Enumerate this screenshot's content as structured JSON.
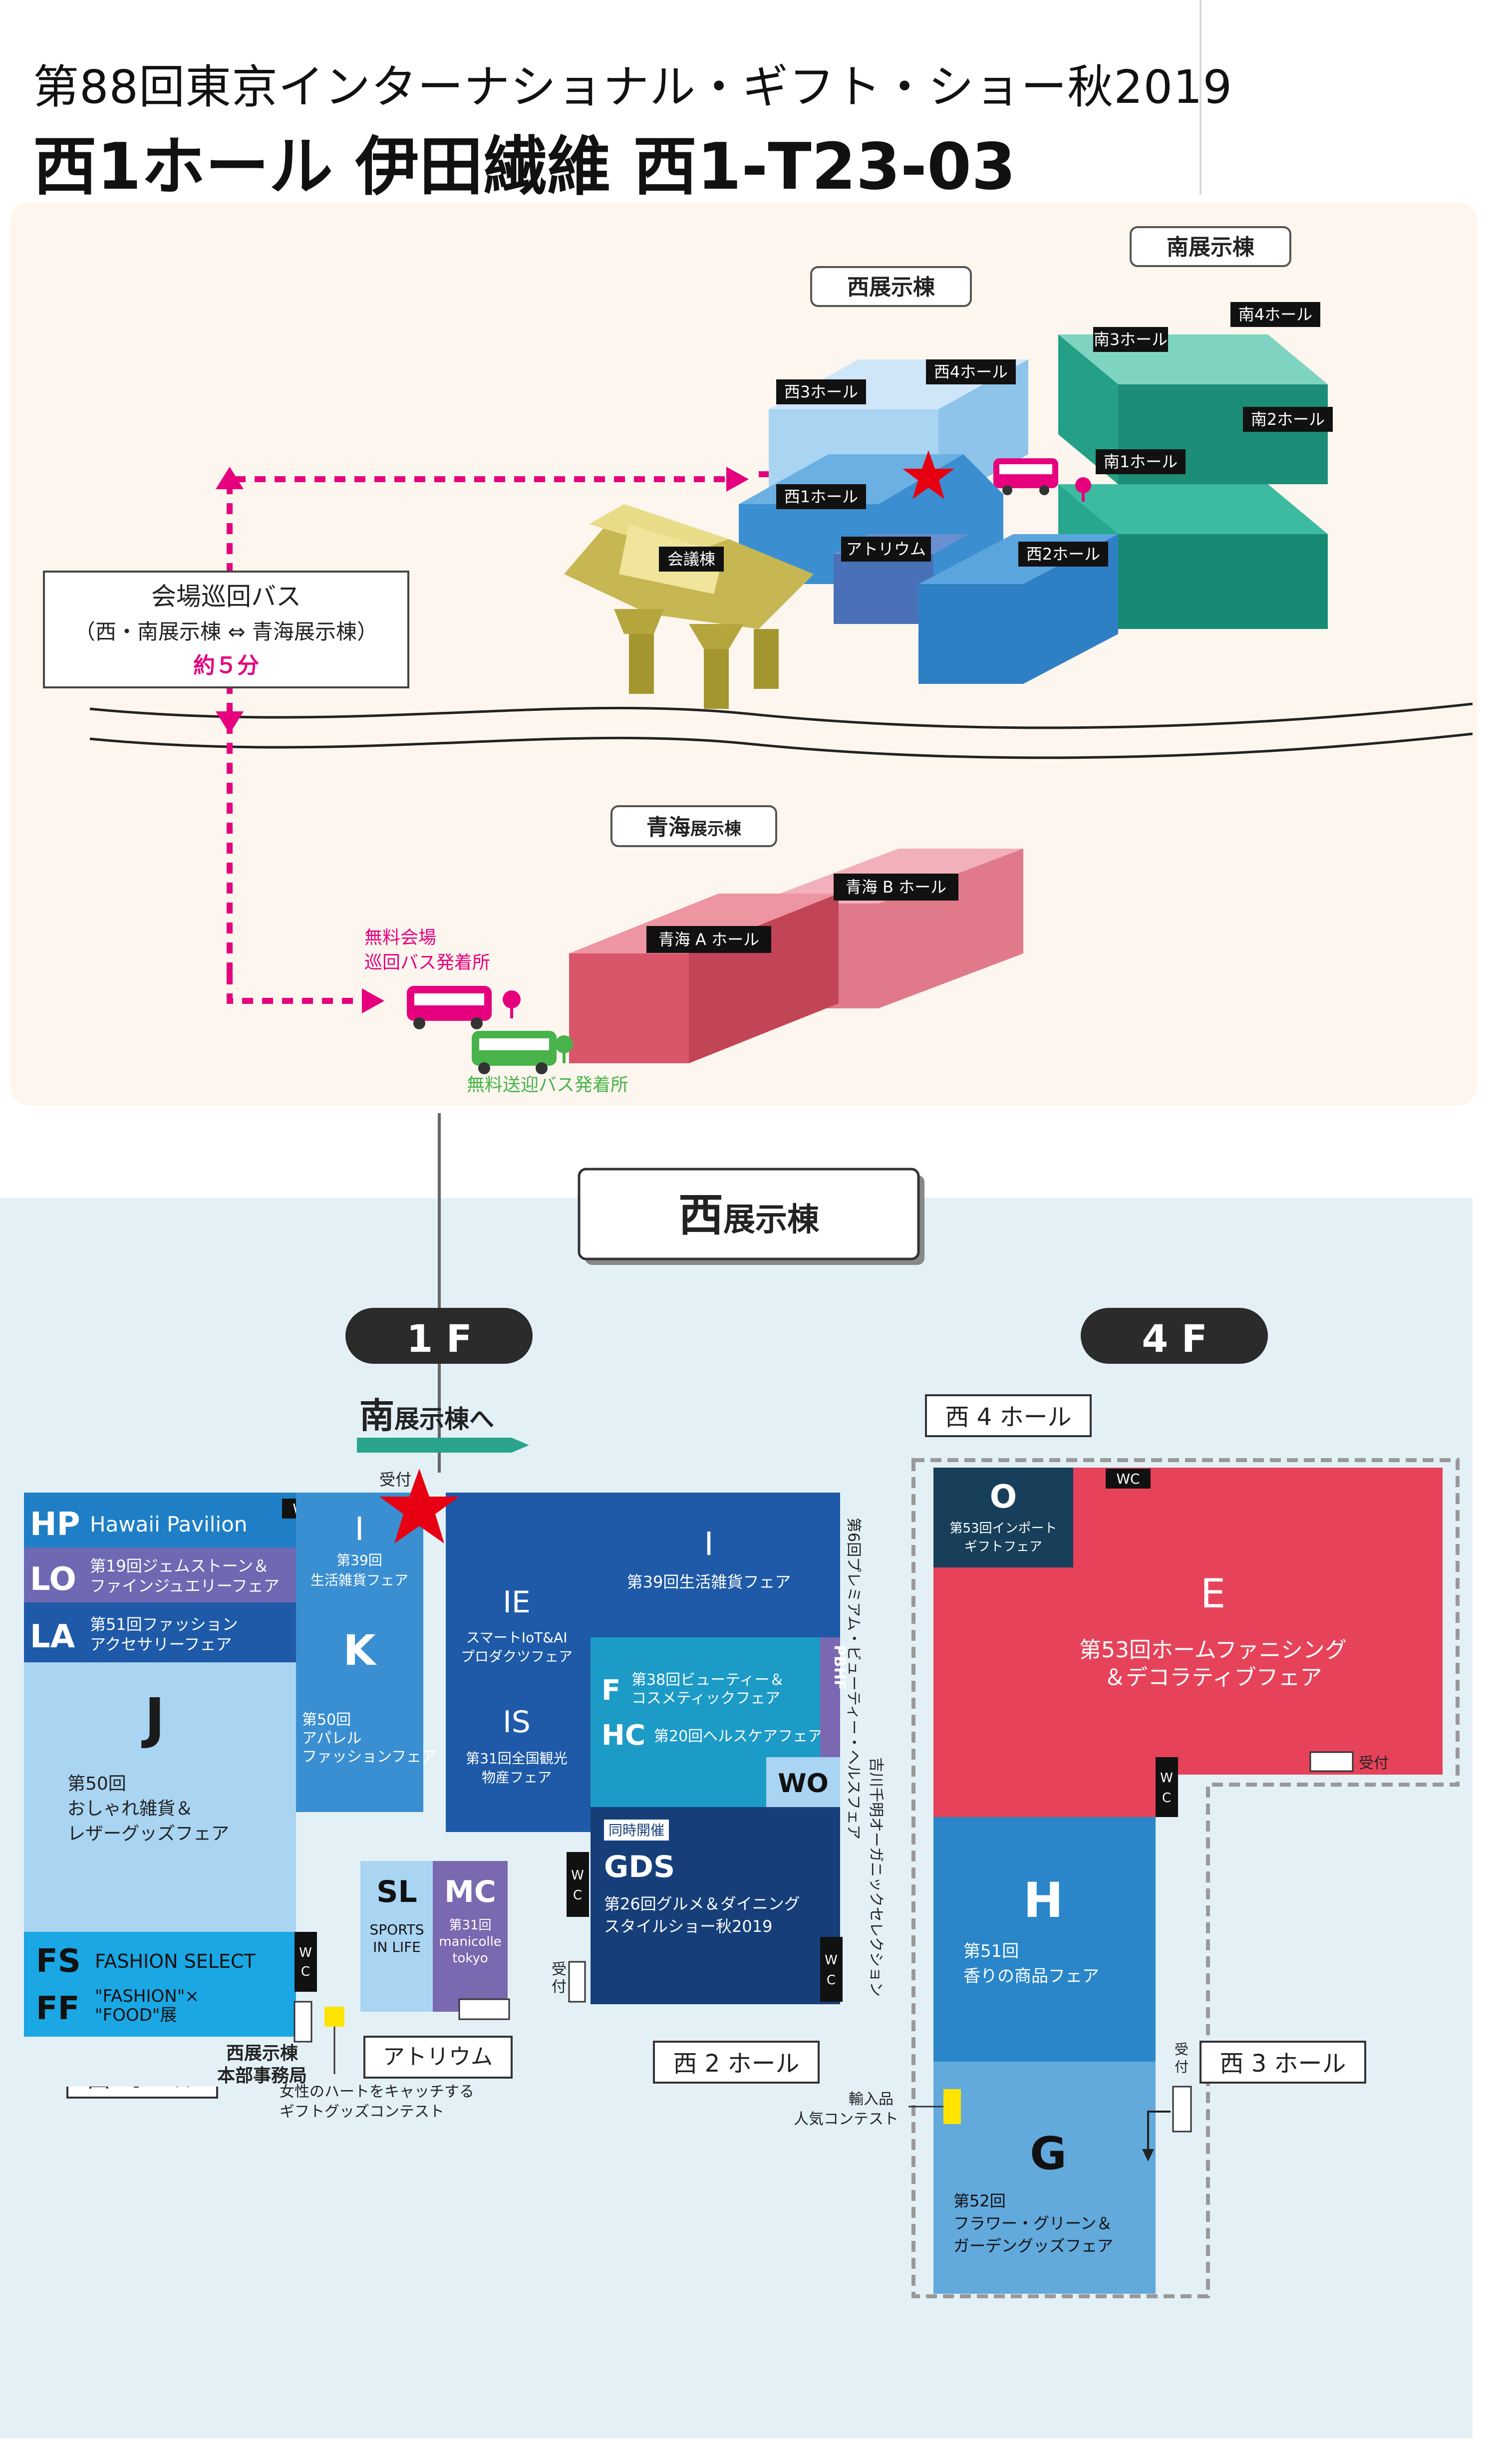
{
  "header": {
    "event_title": "第88回東京インターナショナル・ギフト・ショー秋2019",
    "booth_line": "西1ホール 伊田繊維 西1-T23-03"
  },
  "colors": {
    "bg_top": "#fdf6ee",
    "bg_bottom": "#e3f1f7",
    "bus_route": "#e6007e",
    "shuttle": "#47b34a",
    "star": "#e60012",
    "west_1": "#3b8fd0",
    "west_light": "#a9d4f2",
    "south": "#2aa48c",
    "aomi": "#d9566a"
  },
  "overview_map": {
    "south_building_tag": "南展示棟",
    "west_building_tag": "西展示棟",
    "aomi_tag_big": "青海",
    "aomi_tag_small": "展示棟",
    "halls": {
      "south_3": "南3ホール",
      "south_4": "南4ホール",
      "south_2": "南2ホール",
      "south_1": "南1ホール",
      "west_3": "西3ホール",
      "west_4": "西4ホール",
      "west_1": "西1ホール",
      "west_2": "西2ホール",
      "atrium": "アトリウム",
      "conference": "会議棟",
      "aomi_a": "青海 A ホール",
      "aomi_b": "青海 B ホール"
    },
    "bus_box": {
      "title": "会場巡回バス",
      "route": "（西・南展示棟 ⇔ 青海展示棟）",
      "time": "約５分"
    },
    "free_bus_stop_line1": "無料会場",
    "free_bus_stop_line2": "巡回バス発着所",
    "free_shuttle_stop": "無料送迎バス発着所",
    "current_location_icon": "star-icon"
  },
  "floor_map": {
    "building_big": "西",
    "building_small": "展示棟",
    "floor_1f": "1 F",
    "floor_4f": "4 F",
    "to_south_big": "南",
    "to_south_small": "展示棟へ",
    "reception": "受付",
    "wc": "WC",
    "hall_west1": "西1ホール",
    "hall_west2": "西 2 ホール",
    "hall_west3": "西 3 ホール",
    "hall_west4": "西 4 ホール",
    "atrium": "アトリウム",
    "hq_office_line1": "西展示棟",
    "hq_office_line2": "本部事務局",
    "contest_line1": "女性のハートをキャッチする",
    "contest_line2": "ギフトグッズコンテスト",
    "import_contest_line1": "輸入品",
    "import_contest_line2": "人気コンテスト",
    "pbhf_vertical": "第6回プレミアム・ビューティー・ヘルスフェア",
    "wo_vertical": "吉川千明オーガニックセレクション",
    "zones": {
      "hp_code": "HP",
      "hp_name": "Hawaii Pavilion",
      "i_small_code": "I",
      "i_small_line1": "第39回",
      "i_small_line2": "生活雑貨フェア",
      "lo_code": "LO",
      "lo_line1": "第19回ジェムストーン＆",
      "lo_line2": "ファインジュエリーフェア",
      "la_code": "LA",
      "la_line1": "第51回ファッション",
      "la_line2": "アクセサリーフェア",
      "k_code": "K",
      "k_line1": "第50回",
      "k_line2": "アパレル",
      "k_line3": "ファッションフェア",
      "j_code": "J",
      "j_line1": "第50回",
      "j_line2": "おしゃれ雑貨＆",
      "j_line3": "レザーグッズフェア",
      "fs_code": "FS",
      "fs_name": "FASHION SELECT",
      "ff_code": "FF",
      "ff_name_line1": "\"FASHION\"×",
      "ff_name_line2": "\"FOOD\"展",
      "ie_code": "IE",
      "ie_line1": "スマートIoT&AI",
      "ie_line2": "プロダクツフェア",
      "is_code": "IS",
      "is_line1": "第31回全国観光",
      "is_line2": "物産フェア",
      "i_large_code": "I",
      "i_large_name": "第39回生活雑貨フェア",
      "f_code": "F",
      "f_line1": "第38回ビューティー＆",
      "f_line2": "コスメティックフェア",
      "hc_code": "HC",
      "hc_name": "第20回ヘルスケアフェア",
      "pbhf_code": "PBHF",
      "wo_code": "WO",
      "gds_badge": "同時開催",
      "gds_code": "GDS",
      "gds_line1": "第26回グルメ＆ダイニング",
      "gds_line2": "スタイルショー秋2019",
      "sl_code": "SL",
      "sl_line1": "SPORTS",
      "sl_line2": "IN LIFE",
      "mc_code": "MC",
      "mc_line1": "第31回",
      "mc_line2": "manicolle",
      "mc_line3": "tokyo",
      "o_code": "O",
      "o_line1": "第53回インポート",
      "o_line2": "ギフトフェア",
      "e_code": "E",
      "e_line1": "第53回ホームファニシング",
      "e_line2": "＆デコラティブフェア",
      "h_code": "H",
      "h_line1": "第51回",
      "h_line2": "香りの商品フェア",
      "g_code": "G",
      "g_line1": "第52回",
      "g_line2": "フラワー・グリーン＆",
      "g_line3": "ガーデングッズフェア"
    }
  }
}
